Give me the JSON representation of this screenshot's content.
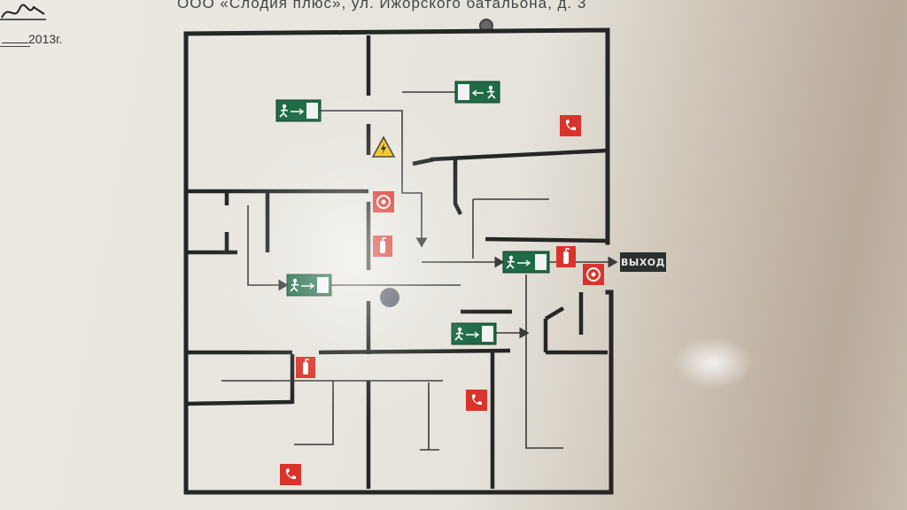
{
  "header": {
    "title": "ООО «Слодия плюс», ул. Ижорского батальона, д. 3"
  },
  "date": {
    "year_text": "2013г."
  },
  "exit": {
    "label": "ВЫХОД"
  },
  "colors": {
    "wall": "#262626",
    "route": "#3a3a3a",
    "exit_green": "#1e6b46",
    "fire_red": "#d9342b",
    "warning_yellow": "#f2c218",
    "plate": "#ece9e2"
  },
  "icons": {
    "exit": "running-man-exit-icon",
    "phone": "fire-phone-icon",
    "extinguisher": "fire-extinguisher-icon",
    "alarm": "fire-alarm-button-icon",
    "hazard": "electrical-hazard-icon",
    "screw": "mounting-screw-icon"
  }
}
